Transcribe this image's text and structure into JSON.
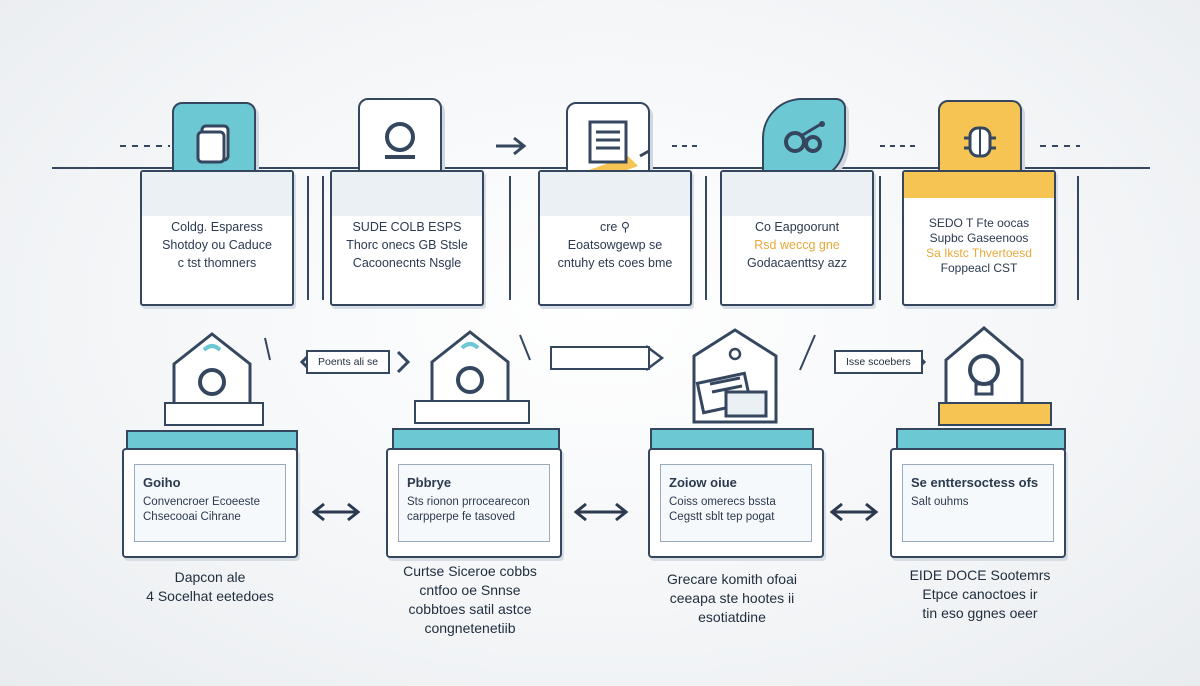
{
  "top_row": [
    {
      "lines": [
        "Coldg. Esparess",
        "Shotdoy ou Caduce",
        "c tst thomners"
      ]
    },
    {
      "lines": [
        "SUDE COLB ESPS",
        "Thorc onecs GB Stsle",
        "Cacoonecnts Nsgle"
      ]
    },
    {
      "lines": [
        "cre ⚲",
        "Eoatsowgewp se",
        "cntuhy ets coes bme"
      ]
    },
    {
      "lines": [
        "Co Eapgoorunt",
        "Rsd weccg gne",
        "Godacaenttsy azz"
      ],
      "accent_line": 1
    },
    {
      "lines": [
        "SEDO T Fte oocas",
        "Supbc Gaseenoos",
        "Sa Ikstc Thvertoesd",
        "Foppeacl CST"
      ],
      "accent_line": 2
    }
  ],
  "bottom_row": [
    {
      "title": "Goiho",
      "lines": [
        "Convencroer Ecoeeste",
        "Chsecooai Cihrane"
      ]
    },
    {
      "title": "Pbbrye",
      "lines": [
        "Sts rionon prrocearecon",
        "carpperpe fe tasoved"
      ]
    },
    {
      "title": "Zoiow oiue",
      "lines": [
        "Coiss omerecs bssta",
        "Cegstt sblt tep pogat"
      ]
    },
    {
      "title": "Se enttersoctess ofs",
      "lines": [
        "Salt ouhms"
      ]
    }
  ],
  "pills": [
    "Poents ali se",
    "",
    "Isse scoebers"
  ],
  "captions": [
    [
      "Dapcon ale",
      "4 Socelhat eetedoes"
    ],
    [
      "Curtse Siceroe cobbs",
      "cntfoo oe Snnse",
      "cobbtoes satil astce",
      "congnetenetiib"
    ],
    [
      "Grecare komith ofoai",
      "ceeapa ste hootes ii",
      "esotiatdine"
    ],
    [
      "EIDE DOCE Sootemrs",
      "Etpce canoctoes ir",
      "tin eso ggnes oeer"
    ]
  ],
  "colors": {
    "teal": "#6cc9d3",
    "yellow": "#f5c452",
    "navy": "#35475f"
  }
}
